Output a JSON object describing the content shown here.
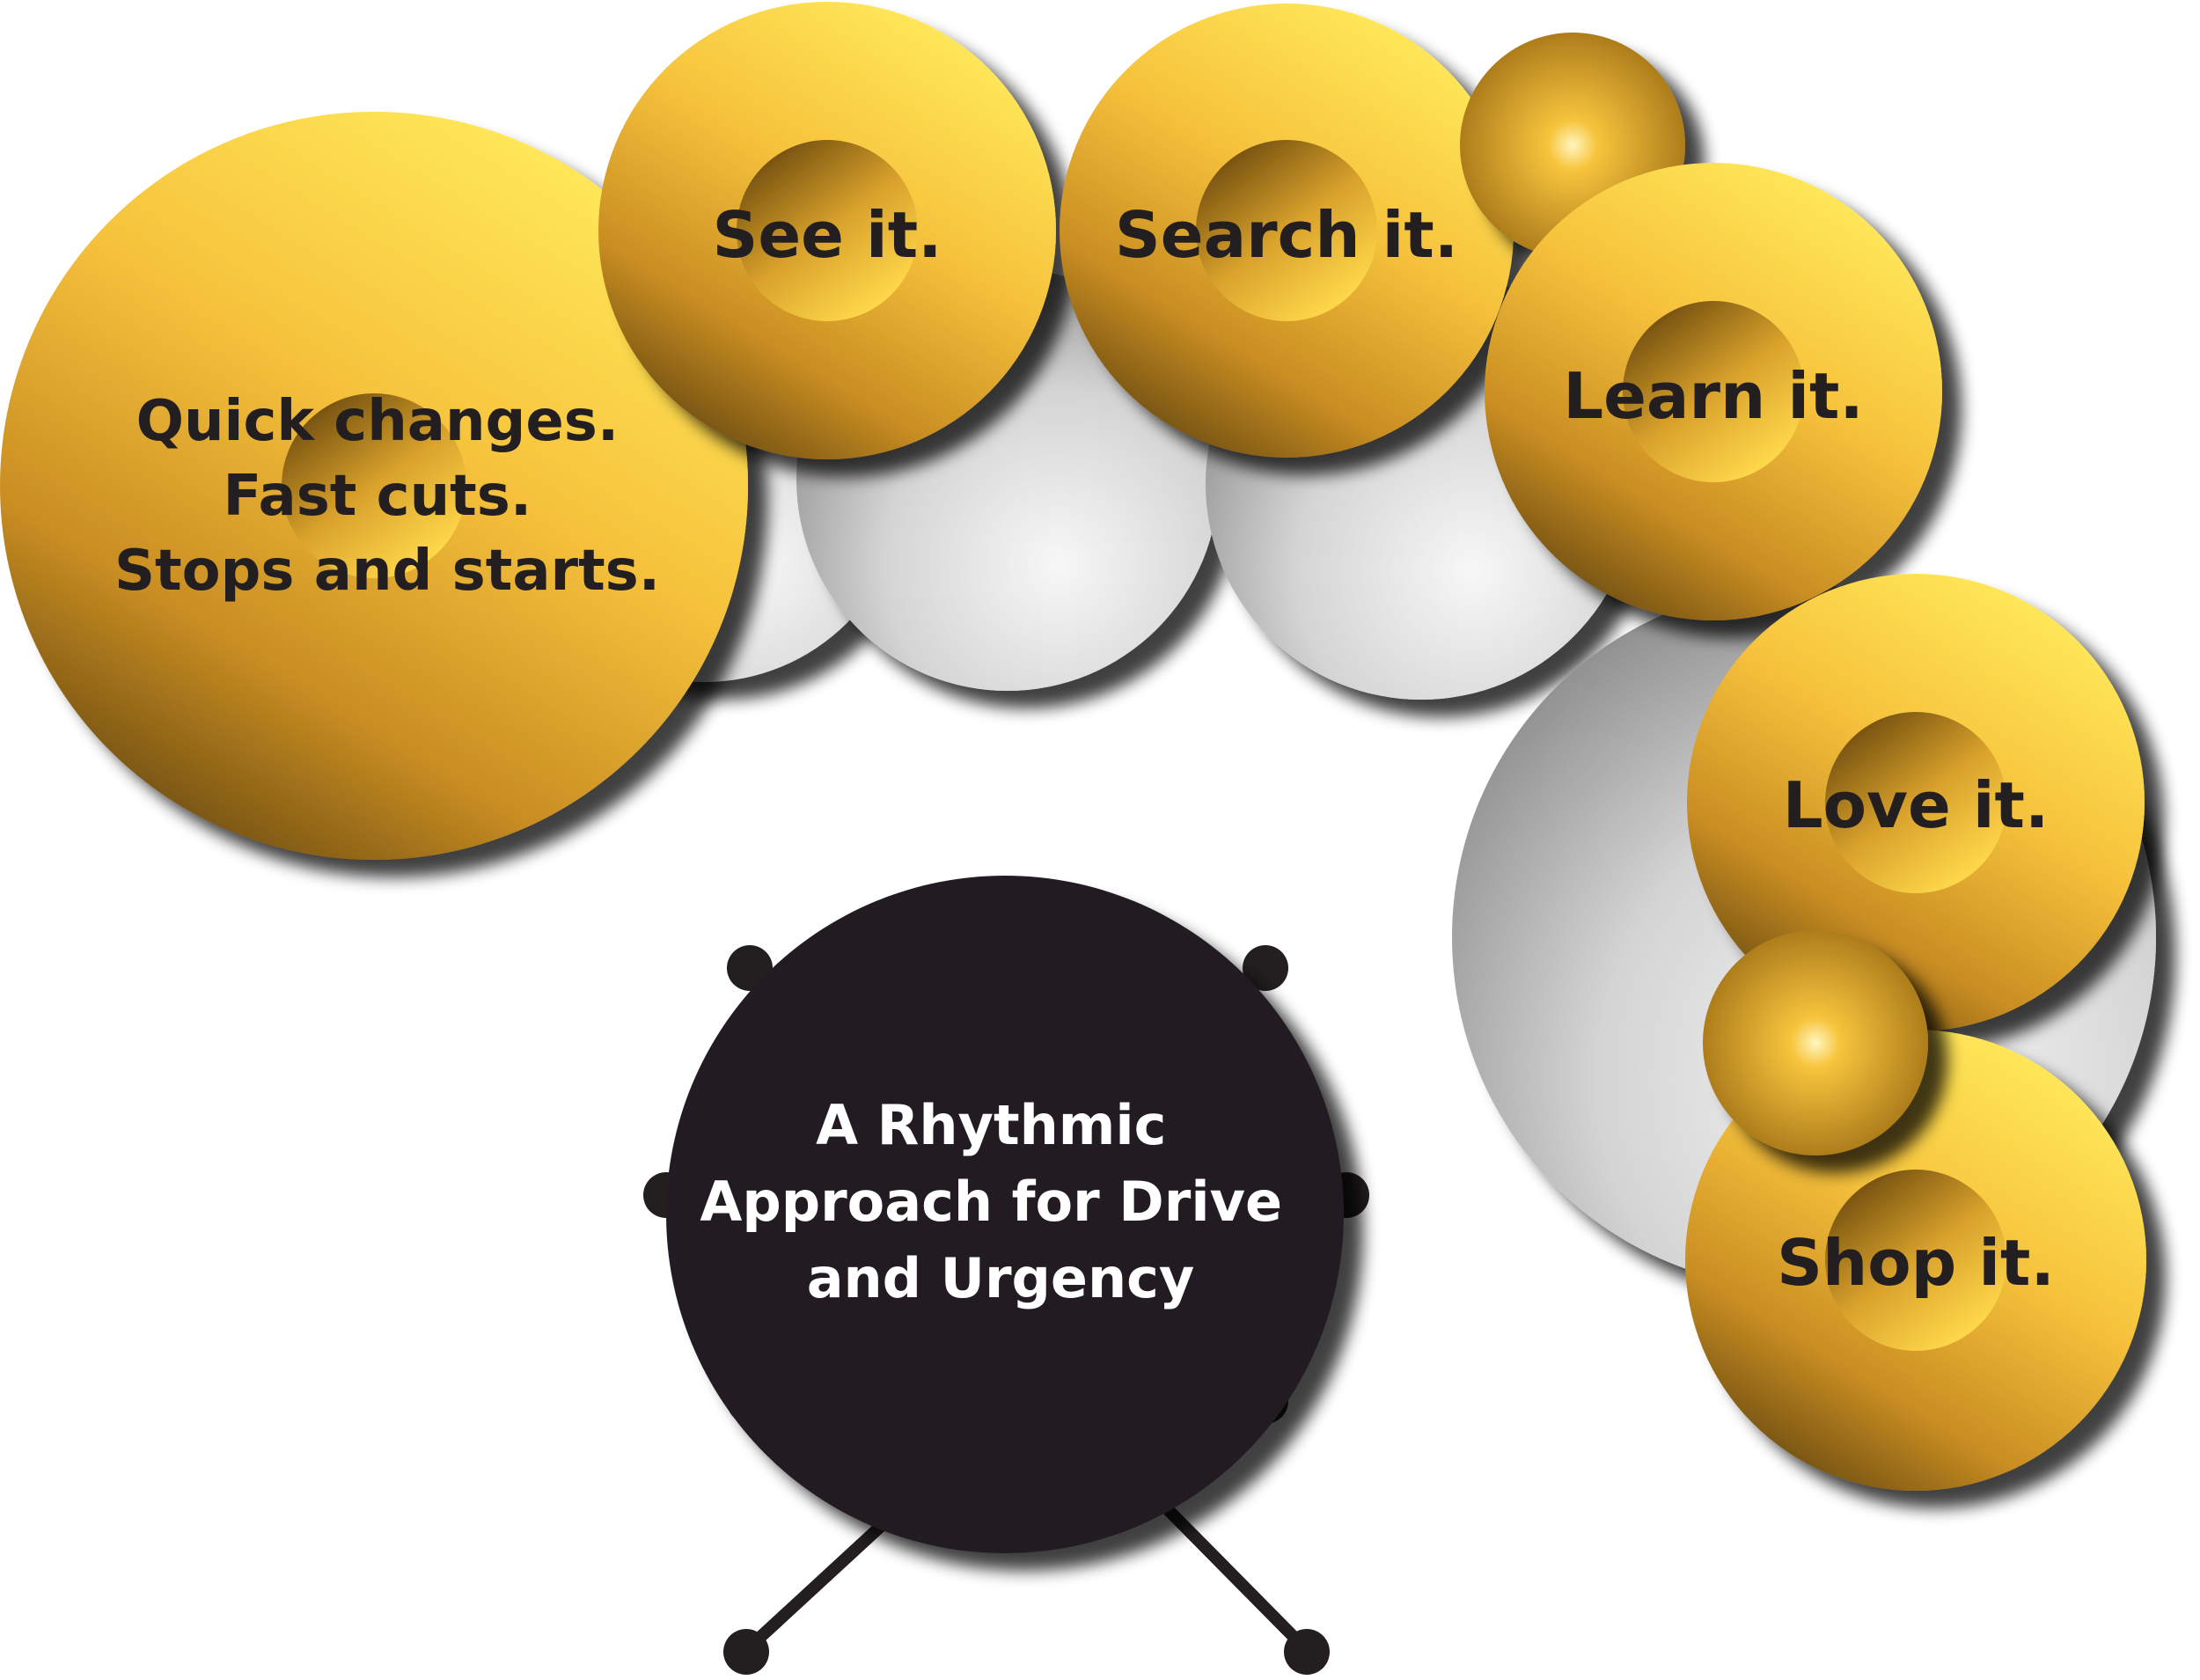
{
  "headline": {
    "lines": [
      "Quick changes.",
      "Fast cuts.",
      "Stops and starts."
    ]
  },
  "steps": [
    {
      "label": "See it."
    },
    {
      "label": "Search it."
    },
    {
      "label": "Learn it."
    },
    {
      "label": "Love it."
    },
    {
      "label": "Shop it."
    }
  ],
  "drum": {
    "lines": [
      "A Rhythmic",
      "Approach for Drive",
      "and Urgency"
    ]
  },
  "colors": {
    "cymbal_light": "#ffe04f",
    "cymbal_mid": "#f2b632",
    "cymbal_dark": "#8a6414",
    "drum_silver_light": "#f5f5f5",
    "drum_silver_dark": "#8c8c8c",
    "bass_drum": "#231f20",
    "text_dark": "#231f20",
    "text_light": "#ffffff"
  },
  "icons": [
    "cymbal-icon",
    "drum-icon",
    "bass-drum-icon",
    "drumstick-icon"
  ]
}
